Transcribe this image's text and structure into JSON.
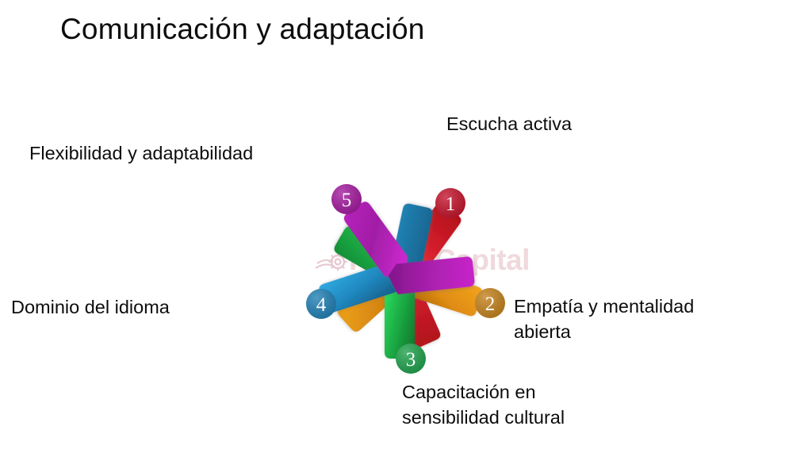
{
  "slide": {
    "background_color": "#ffffff",
    "title": "Comunicación y adaptación"
  },
  "diagram": {
    "type": "pinwheel-star",
    "arm_count": 5,
    "watermark": {
      "text": "FasterCapital",
      "logo_icon": "gear-icon",
      "color": "#e8c9cf"
    },
    "items": [
      {
        "number": "1",
        "label": "Escucha activa",
        "color": "#d9212f",
        "color_light": "#f0404a",
        "color_dark": "#a6141f",
        "badge_color": "#c4122a"
      },
      {
        "number": "2",
        "label": "Empatía y mentalidad\nabierta",
        "color": "#e08a13",
        "color_light": "#f2a81f",
        "color_dark": "#a86309",
        "badge_color": "#c4811a"
      },
      {
        "number": "3",
        "label": "Capacitación en\nsensibilidad cultural",
        "color": "#19a63f",
        "color_light": "#25d155",
        "color_dark": "#0f7a2c",
        "badge_color": "#1ca14a"
      },
      {
        "number": "4",
        "label": "Dominio del idioma",
        "color": "#1f86bd",
        "color_light": "#2fa3dd",
        "color_dark": "#165f8c",
        "badge_color": "#1d7fb5"
      },
      {
        "number": "5",
        "label": "Flexibilidad y adaptabilidad",
        "color": "#a51fa8",
        "color_light": "#cc24cf",
        "color_dark": "#7a1580",
        "badge_color": "#a3189e"
      }
    ]
  }
}
